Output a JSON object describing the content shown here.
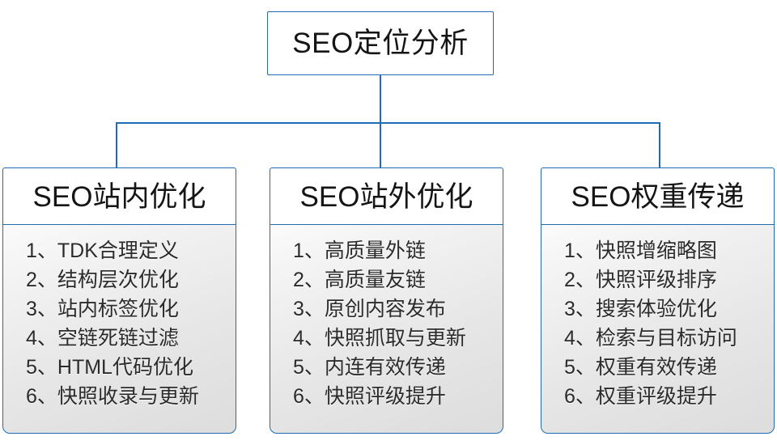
{
  "diagram": {
    "root": {
      "label": "SEO定位分析"
    },
    "branches": [
      {
        "header": "SEO站内优化",
        "items": [
          "1、TDK合理定义",
          "2、结构层次优化",
          "3、站内标签优化",
          "4、空链死链过滤",
          "5、HTML代码优化",
          "6、快照收录与更新"
        ]
      },
      {
        "header": "SEO站外优化",
        "items": [
          "1、高质量外链",
          "2、高质量友链",
          "3、原创内容发布",
          "4、快照抓取与更新",
          "5、内连有效传递",
          "6、快照评级提升"
        ]
      },
      {
        "header": "SEO权重传递",
        "items": [
          "1、快照增缩略图",
          "2、快照评级排序",
          "3、搜索体验优化",
          "4、检索与目标访问",
          "5、权重有效传递",
          "6、权重评级提升"
        ]
      }
    ],
    "colors": {
      "border": "#1f6cb4",
      "header_background": "#ffffff",
      "body_gradient_start": "#fbfbfb",
      "body_gradient_end": "#dddddd",
      "text": "#151515",
      "canvas": "#ffffff"
    }
  }
}
